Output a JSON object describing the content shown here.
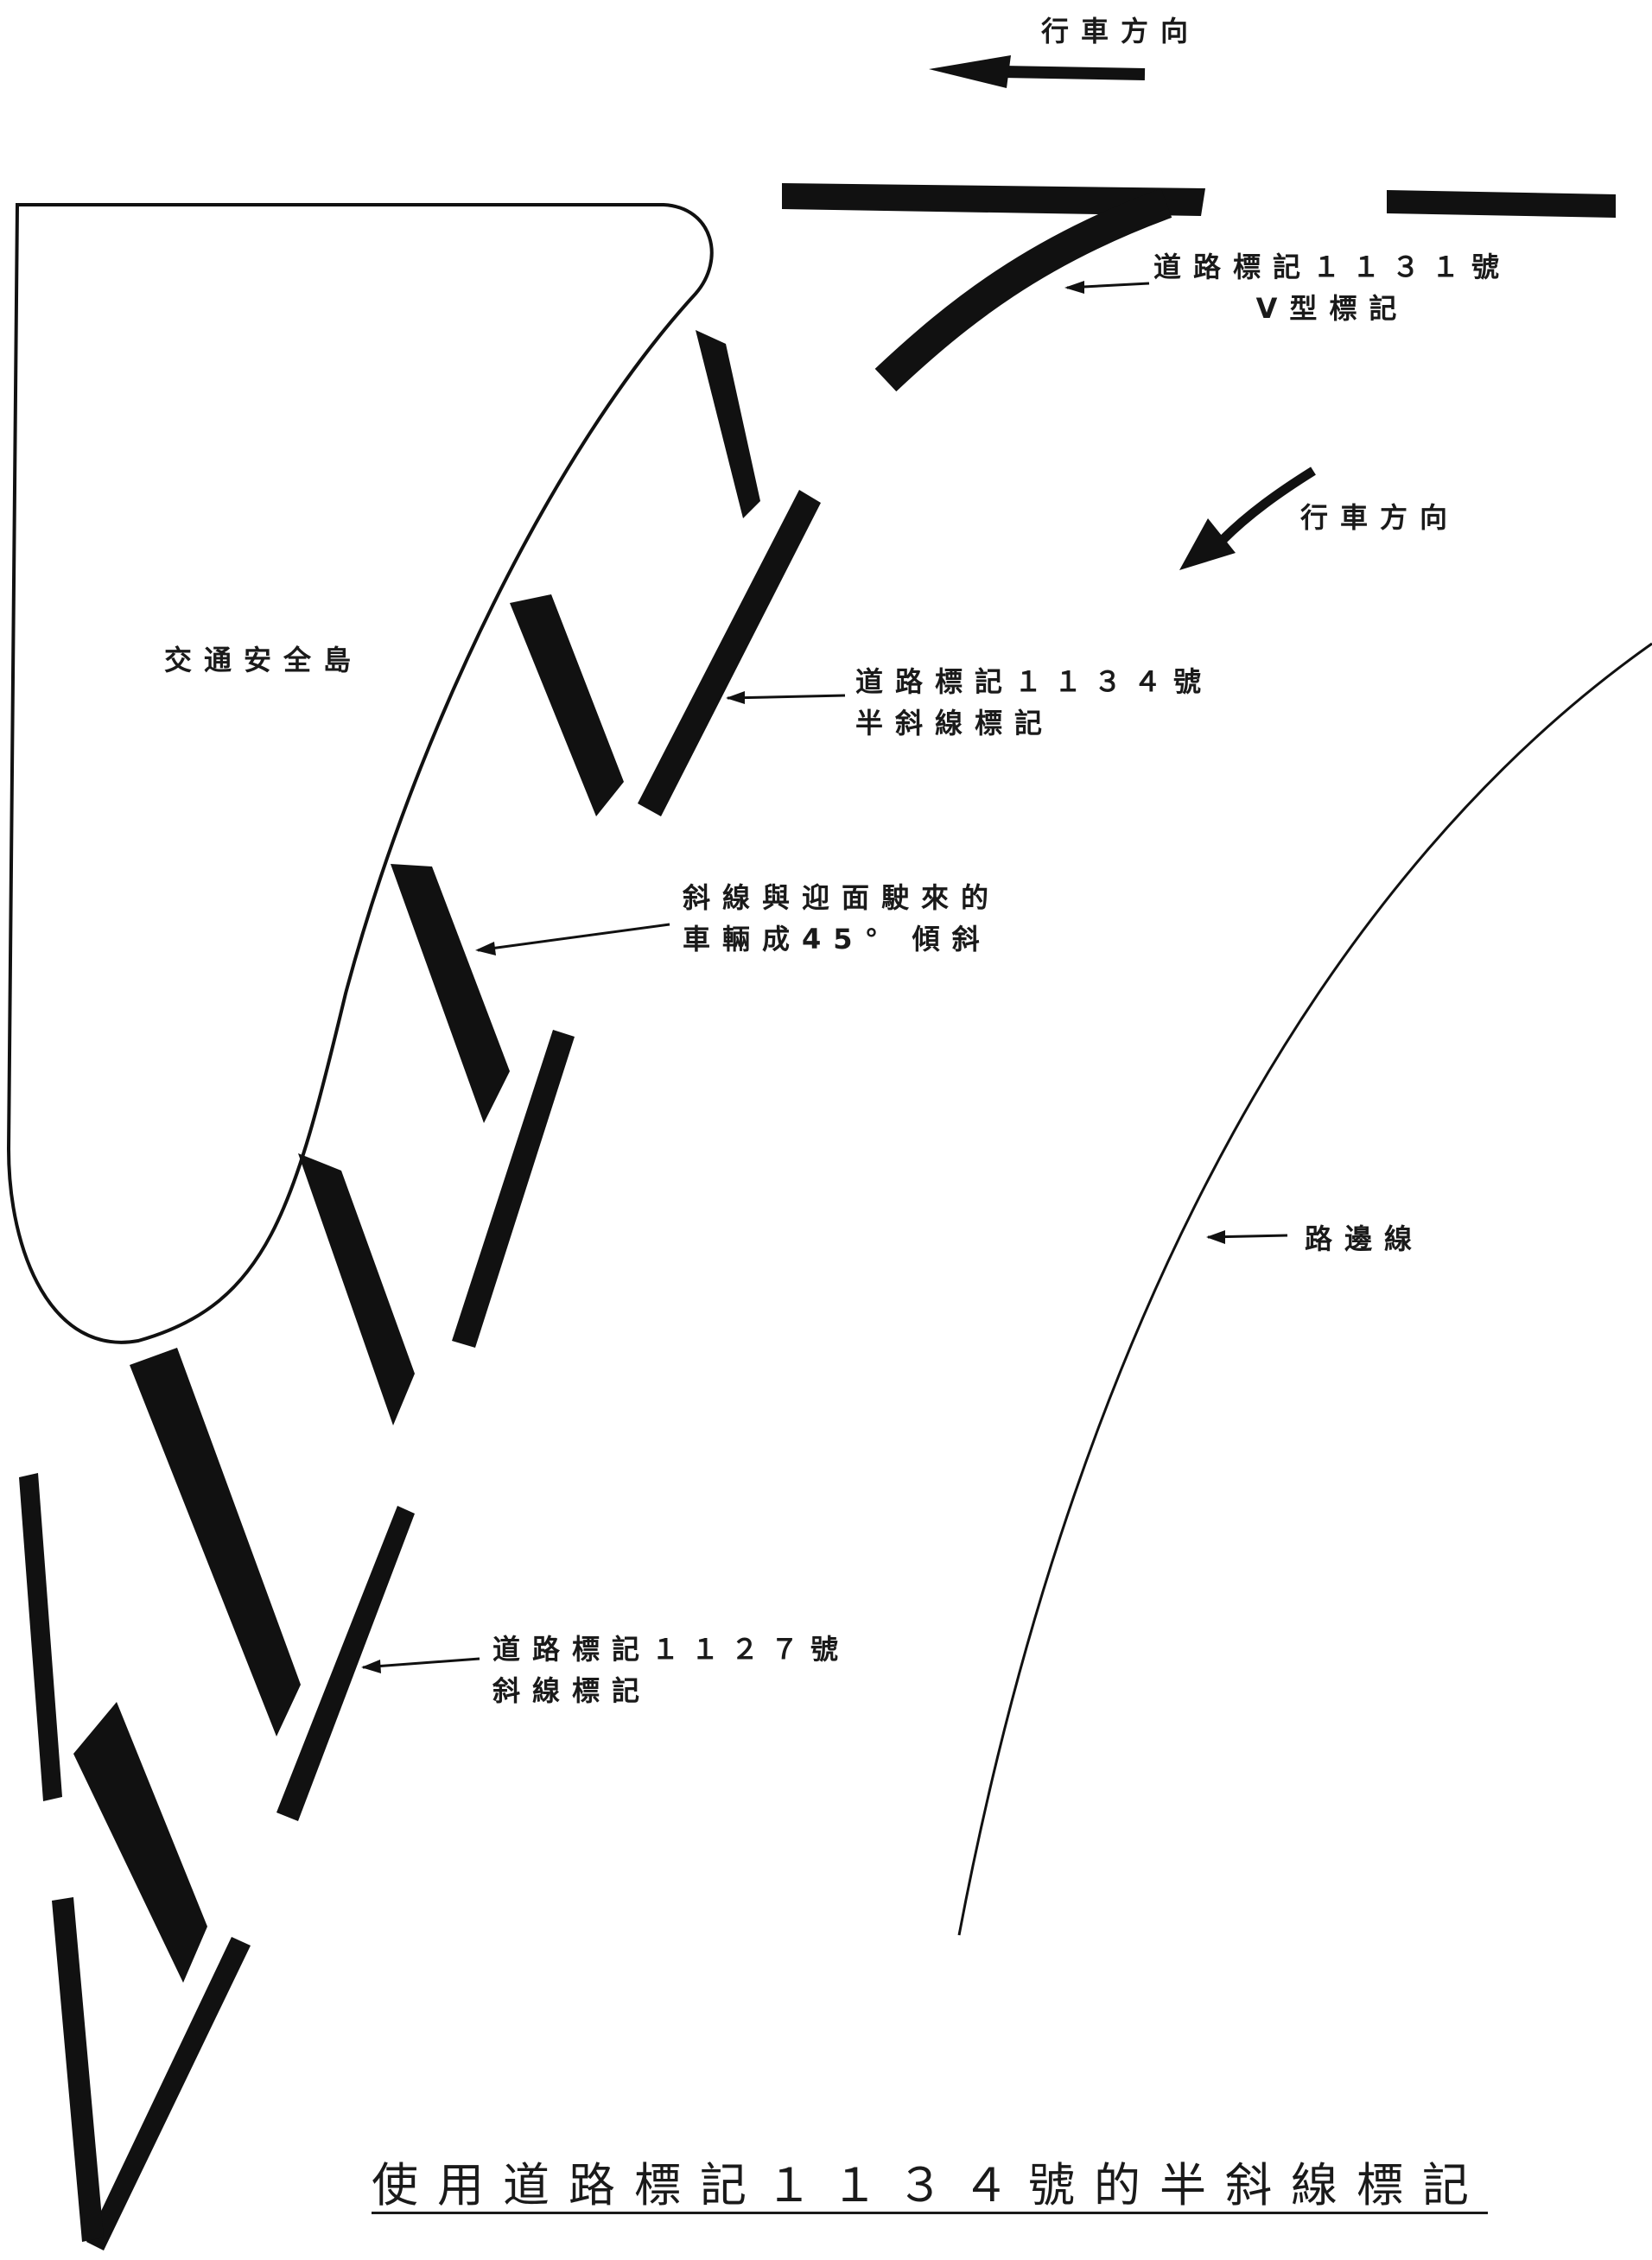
{
  "labels": {
    "direction_top": "行車方向",
    "direction_mid": "行車方向",
    "v_marking": "道路標記１１３１號\nV型標記",
    "half_diag": "道路標記１１３４號\n半斜線標記",
    "island": "交通安全島",
    "angle_note": "斜線與迎面駛來的\n車輛成45° 傾斜",
    "road_edge": "路邊線",
    "diag_marking": "道路標記１１２７號\n斜線標記"
  },
  "caption": "使用道路標記１１３４號的半斜線標記",
  "colors": {
    "ink": "#111111",
    "paper": "#ffffff"
  }
}
